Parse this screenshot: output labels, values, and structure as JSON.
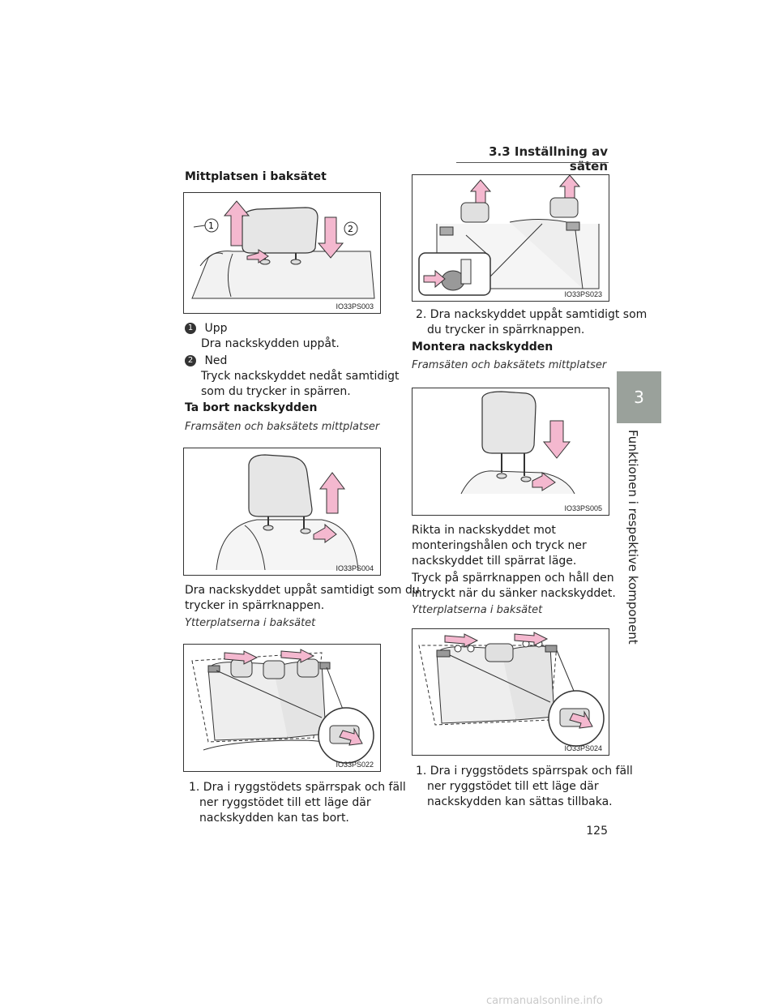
{
  "header": {
    "section": "3.3  Inställning av säten"
  },
  "side_tab": {
    "number": "3",
    "text": "Funktionen i respektive komponent"
  },
  "page_number": "125",
  "footer": "carmanualsonline.info",
  "left": {
    "heading": "Mittplatsen i baksätet",
    "fig1_code": "IO33PS003",
    "item1_badge": "1",
    "item1_title": "Upp",
    "item1_text": "Dra nackskydden uppåt.",
    "item2_badge": "2",
    "item2_title": "Ned",
    "item2_text_l1": "Tryck nackskyddet nedåt samtidigt",
    "item2_text_l2": "som du trycker in spärren.",
    "remove_heading": "Ta bort nackskydden",
    "remove_sub": "Framsäten och baksätets mittplatser",
    "fig2_code": "IO33PS004",
    "para1_l1": "Dra nackskyddet uppåt samtidigt som du",
    "para1_l2": "trycker in spärrknappen.",
    "outer_sub": "Ytterplatserna i baksätet",
    "fig3_code": "IO33PS022",
    "step1_l1": "1. Dra i ryggstödets spärrspak och fäll",
    "step1_l2": "ner ryggstödet till ett läge där",
    "step1_l3": "nackskydden kan tas bort."
  },
  "right": {
    "fig4_code": "IO33PS023",
    "step2_l1": "2. Dra nackskyddet uppåt samtidigt som",
    "step2_l2": "du trycker in spärrknappen.",
    "mount_heading": "Montera nackskydden",
    "mount_sub": "Framsäten och baksätets mittplatser",
    "fig5_code": "IO33PS005",
    "para2_l1": "Rikta in nackskyddet mot",
    "para2_l2": "monteringshålen och tryck ner",
    "para2_l3": "nackskyddet till spärrat läge.",
    "para3_l1": "Tryck på spärrknappen och håll den",
    "para3_l2": "intryckt när du sänker nackskyddet.",
    "outer_sub": "Ytterplatserna i baksätet",
    "fig6_code": "IO33PS024",
    "step1_l1": "1. Dra i ryggstödets spärrspak och fäll",
    "step1_l2": "ner ryggstödet till ett läge där",
    "step1_l3": "nackskydden kan sättas tillbaka."
  },
  "colors": {
    "arrow_fill": "#f4b8cf",
    "arrow_stroke": "#333333",
    "seat_fill": "#e6e6e6",
    "tab": "#9aa19b"
  }
}
